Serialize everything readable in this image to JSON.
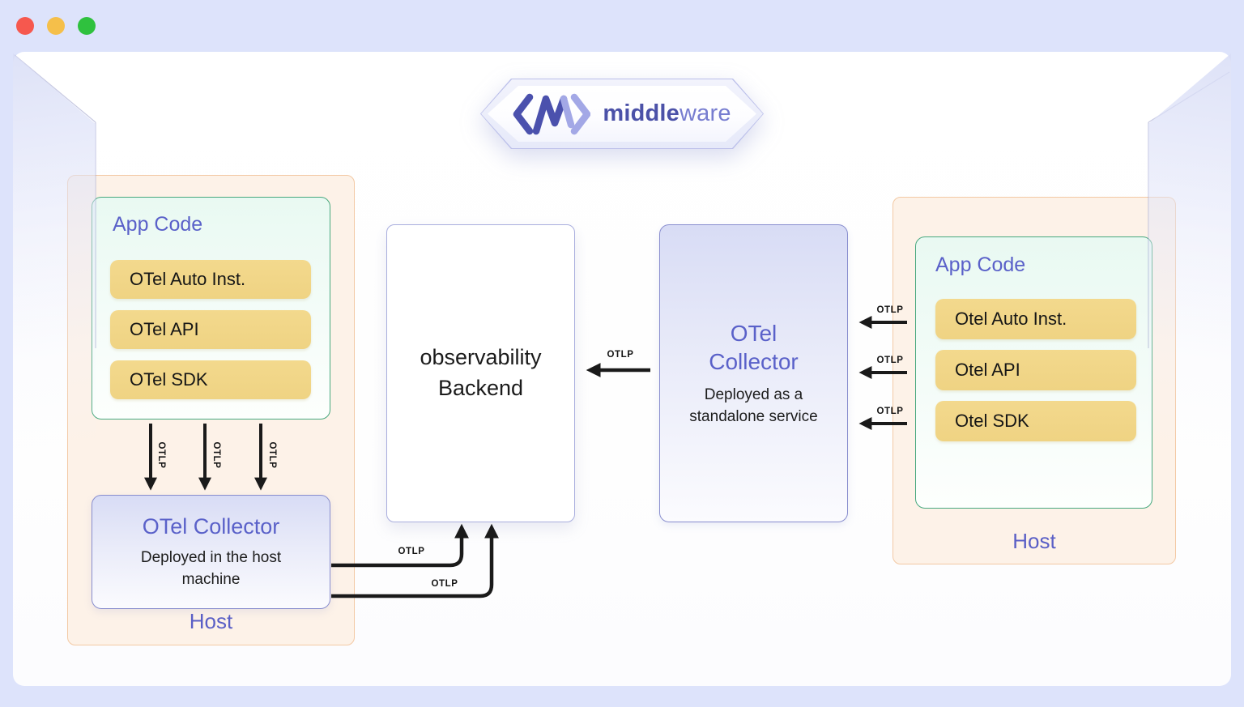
{
  "window": {
    "controls": [
      {
        "name": "close",
        "color": "#f6584e"
      },
      {
        "name": "minimize",
        "color": "#f5bf4a"
      },
      {
        "name": "maximize",
        "color": "#2fc13e"
      }
    ]
  },
  "logo": {
    "icon": "code-chevrons-zigzag-icon",
    "brand_bold": "middle",
    "brand_light": "ware"
  },
  "labels": {
    "otlp": "OTLP"
  },
  "left_host": {
    "label": "Host",
    "app_code": {
      "title": "App Code",
      "items": [
        "OTel Auto Inst.",
        "OTel API",
        "OTel SDK"
      ]
    },
    "collector": {
      "title": "OTel Collector",
      "subtitle": "Deployed in the host machine"
    }
  },
  "backend": {
    "title_line1": "observability",
    "title_line2": "Backend"
  },
  "standalone_collector": {
    "title": "OTel Collector",
    "subtitle": "Deployed as a standalone service"
  },
  "right_host": {
    "label": "Host",
    "app_code": {
      "title": "App Code",
      "items": [
        "Otel Auto Inst.",
        "Otel API",
        "Otel SDK"
      ]
    }
  },
  "colors": {
    "frame_background": "#dde3fb",
    "accent_purple": "#5a5fc6",
    "host_fill": "#fdf2e8",
    "host_border": "#f3c9a4",
    "appcode_border": "#47a87e",
    "item_yellow": "#f2d88a",
    "collector_border": "#888dce",
    "arrow_black": "#1a1a1a"
  }
}
